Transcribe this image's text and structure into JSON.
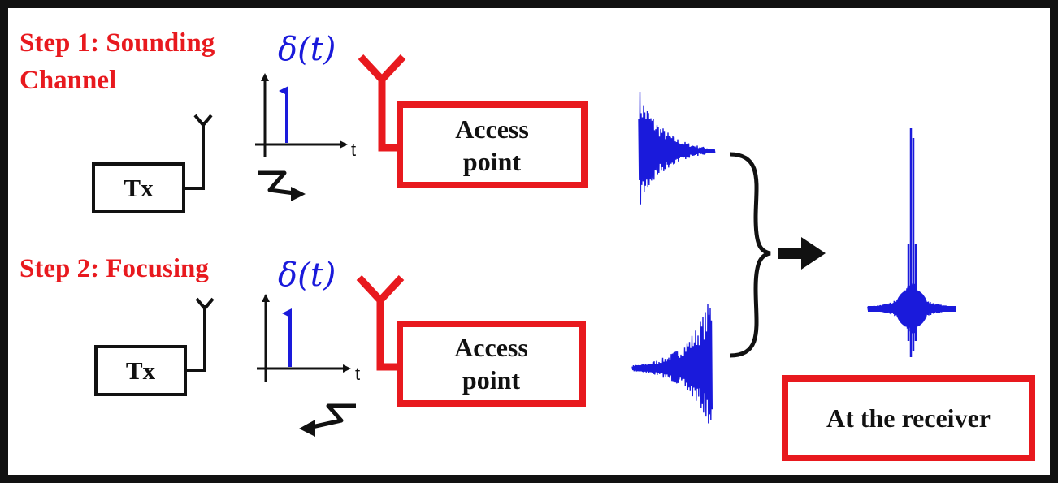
{
  "steps": [
    {
      "label_line1": "Step 1: Sounding",
      "label_line2": "Channel",
      "signal_label": "δ(t)",
      "axis_label": "t",
      "transmitter_label": "Tx",
      "access_point_line1": "Access",
      "access_point_line2": "point",
      "direction": "transmitter-to-access-point"
    },
    {
      "label_line1": "Step 2: Focusing",
      "signal_label": "δ(t)",
      "axis_label": "t",
      "transmitter_label": "Tx",
      "access_point_line1": "Access",
      "access_point_line2": "point",
      "direction": "access-point-to-transmitter"
    }
  ],
  "receiver_label": "At the receiver",
  "colors": {
    "label_red": "#e8191e",
    "signal_blue": "#1a1adb",
    "line_black": "#111111"
  },
  "icons": [
    "antenna-icon",
    "impulse-plot-icon",
    "wireless-link-arrow-icon",
    "brace-icon",
    "right-arrow-icon",
    "waveform-icon"
  ]
}
